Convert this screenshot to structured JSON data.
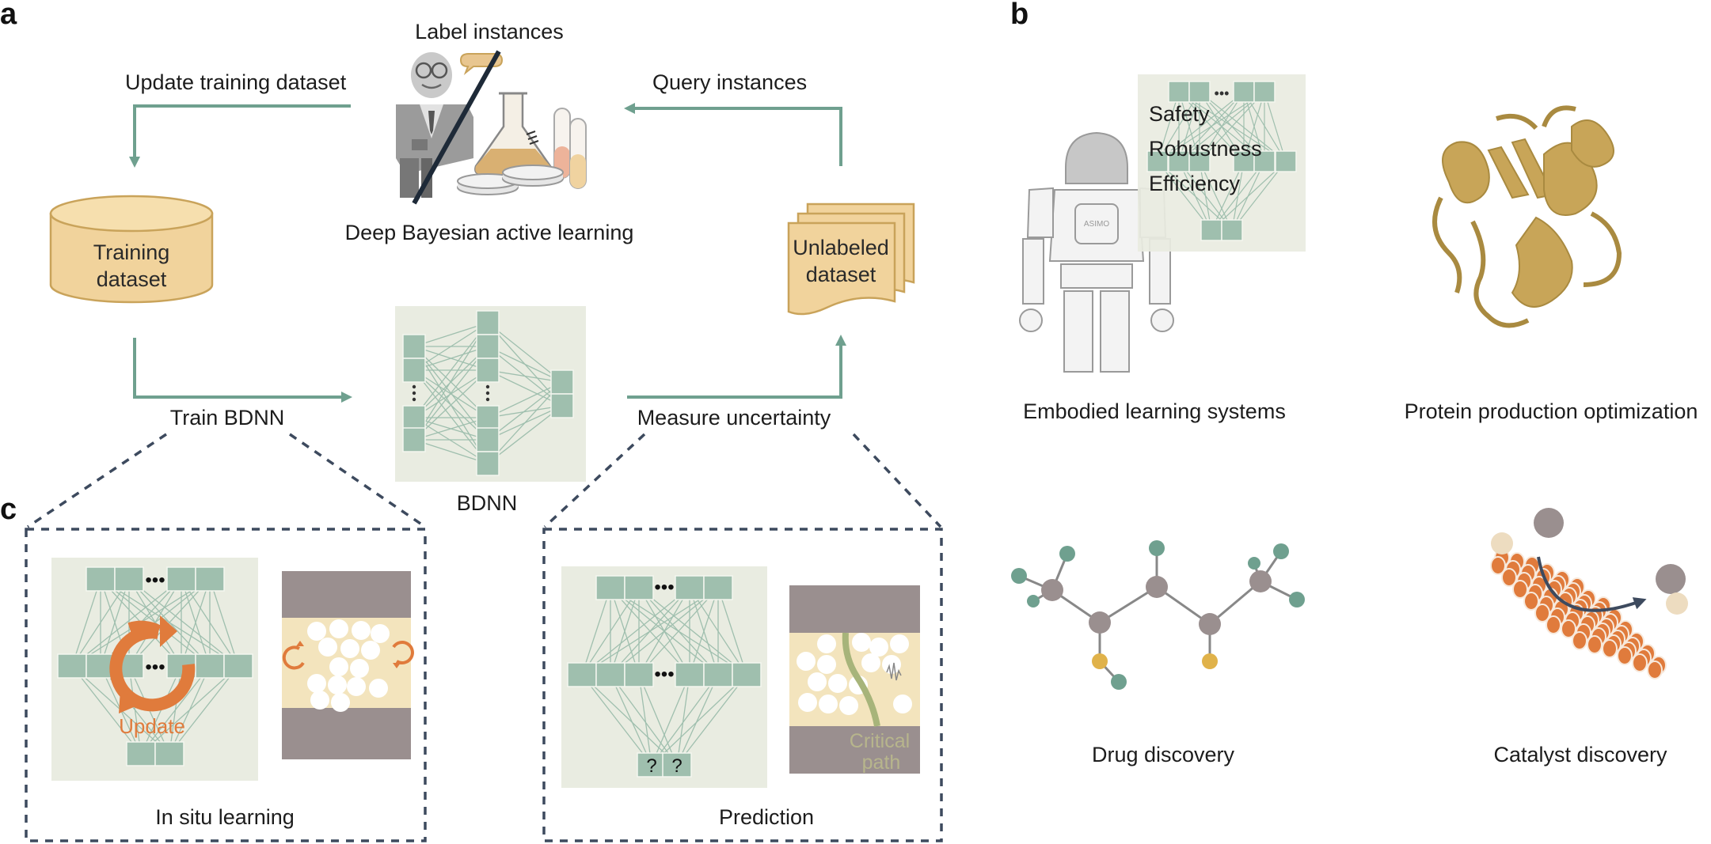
{
  "panels": {
    "a": "a",
    "b": "b",
    "c": "c"
  },
  "workflow": {
    "label_instances": "Label instances",
    "update_training_dataset": "Update training dataset",
    "query_instances": "Query instances",
    "deep_bayesian_active_learning": "Deep Bayesian active learning",
    "training_dataset": [
      "Training",
      "dataset"
    ],
    "unlabeled_dataset": [
      "Unlabeled",
      "dataset"
    ],
    "train_bdnn": "Train BDNN",
    "measure_uncertainty": "Measure uncertainty",
    "bdnn": "BDNN",
    "ellipsis": "•••"
  },
  "applications": {
    "embodied": "Embodied learning systems",
    "protein": "Protein production optimization",
    "drug": "Drug discovery",
    "catalyst": "Catalyst discovery",
    "embodied_traits": [
      "Safety",
      "Robustness",
      "Efficiency"
    ],
    "robot_badge": "ASIMO"
  },
  "insets": {
    "in_situ_learning": "In situ learning",
    "prediction": "Prediction",
    "update": "Update",
    "critical_path": [
      "Critical",
      "path"
    ],
    "question_mark": "?"
  },
  "colors": {
    "arrow": "#6fa08f",
    "node": "#9fbfae",
    "panel_bg": "#e9ece1",
    "dataset_fill": "#f1d39c",
    "dataset_stroke": "#c9a35a",
    "orange": "#e07b3c",
    "protein": "#c8a558",
    "grey_dark": "#9a8f8f",
    "sand": "#f3e4bd",
    "dashed": "#3d4a5e"
  },
  "icons": [
    "scientist-icon",
    "flask-icon",
    "petri-dish-icon",
    "test-tube-icon",
    "robot-icon",
    "protein-ribbon-icon",
    "molecule-icon",
    "catalyst-lattice-icon",
    "update-cycle-icon"
  ]
}
